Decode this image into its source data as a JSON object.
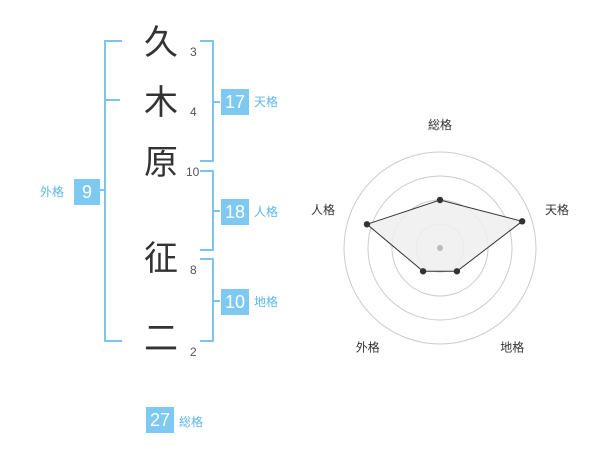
{
  "name": {
    "characters": [
      "久",
      "木",
      "原",
      "征",
      "二"
    ],
    "strokes": [
      "3",
      "4",
      "10",
      "8",
      "2"
    ]
  },
  "fortunes": {
    "tenkaku": {
      "value": "17",
      "label": "天格"
    },
    "jinkaku": {
      "value": "18",
      "label": "人格"
    },
    "chikaku": {
      "value": "10",
      "label": "地格"
    },
    "gaikaku": {
      "value": "9",
      "label": "外格"
    },
    "soukaku": {
      "value": "27",
      "label": "総格"
    }
  },
  "chart_data": {
    "type": "radar",
    "axes": [
      "総格",
      "天格",
      "地格",
      "外格",
      "人格"
    ],
    "values": [
      0.5,
      0.9,
      0.3,
      0.3,
      0.8
    ],
    "max": 1,
    "rings": 4,
    "colors": {
      "fill": "#eeeeee",
      "line": "#333333",
      "grid": "#cccccc",
      "center": "#bbbbbb"
    }
  }
}
